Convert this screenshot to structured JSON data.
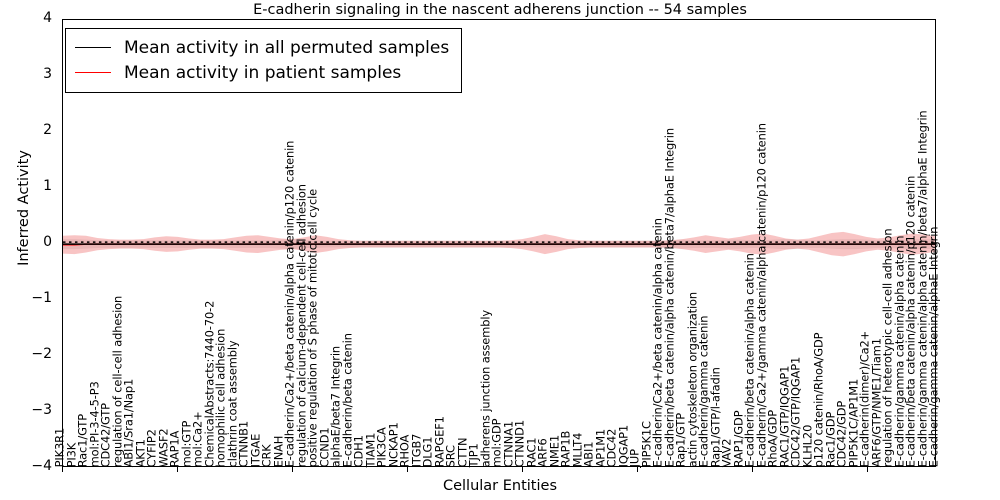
{
  "chart_data": {
    "type": "line",
    "title": "E-cadherin signaling in the nascent adherens junction -- 54 samples",
    "xlabel": "Cellular Entities",
    "ylabel": "Inferred Activity",
    "ylim": [
      -4,
      4
    ],
    "yticks": [
      -4,
      -3,
      -2,
      -1,
      0,
      1,
      2,
      3,
      4
    ],
    "grid": false,
    "legend_position": "upper left",
    "legend": [
      {
        "label": "Mean activity in all permuted samples",
        "color": "#000000"
      },
      {
        "label": "Mean activity in patient samples",
        "color": "#ff0000"
      }
    ],
    "series": [
      {
        "name": "Mean activity in all permuted samples",
        "color": "#000000",
        "style": "dotted",
        "band_color": "#cccccc",
        "values": [
          -0.02,
          -0.02,
          -0.02,
          -0.02,
          -0.02,
          -0.02,
          -0.02,
          -0.02,
          -0.02,
          -0.02,
          -0.02,
          -0.02,
          -0.02,
          -0.02,
          -0.02,
          -0.02,
          -0.02,
          -0.02,
          -0.02,
          -0.02,
          -0.02,
          -0.02,
          -0.02,
          -0.02,
          -0.02,
          -0.02,
          -0.02,
          -0.02,
          -0.02,
          -0.02,
          -0.02,
          -0.02,
          -0.02,
          -0.02,
          -0.02,
          -0.02,
          -0.02,
          -0.02,
          -0.02,
          -0.02,
          -0.02,
          -0.02,
          -0.02,
          -0.02,
          -0.02,
          -0.02,
          -0.02,
          -0.02,
          -0.02,
          -0.02,
          -0.02,
          -0.02,
          -0.02,
          -0.02,
          -0.02,
          -0.02,
          -0.02,
          -0.02,
          -0.02,
          -0.02,
          -0.02,
          -0.02,
          -0.02,
          -0.02,
          -0.02,
          -0.02,
          -0.02,
          -0.02,
          -0.02,
          -0.02,
          -0.02,
          -0.02,
          -0.02,
          -0.02,
          -0.02,
          -0.02,
          -0.02,
          -0.02,
          -0.02,
          -0.02
        ],
        "band": [
          0.09,
          0.09,
          0.08,
          0.07,
          0.07,
          0.07,
          0.07,
          0.07,
          0.07,
          0.07,
          0.07,
          0.07,
          0.07,
          0.07,
          0.07,
          0.07,
          0.07,
          0.07,
          0.07,
          0.08,
          0.09,
          0.07,
          0.07,
          0.06,
          0.06,
          0.06,
          0.06,
          0.06,
          0.06,
          0.06,
          0.06,
          0.06,
          0.06,
          0.06,
          0.06,
          0.06,
          0.06,
          0.06,
          0.06,
          0.06,
          0.06,
          0.06,
          0.06,
          0.06,
          0.06,
          0.06,
          0.06,
          0.06,
          0.06,
          0.06,
          0.06,
          0.06,
          0.06,
          0.07,
          0.08,
          0.07,
          0.07,
          0.07,
          0.08,
          0.08,
          0.07,
          0.07,
          0.08,
          0.09,
          0.08,
          0.07,
          0.07,
          0.08,
          0.09,
          0.09,
          0.08,
          0.07,
          0.07,
          0.08,
          0.09,
          0.09,
          0.09,
          0.09,
          0.09,
          0.09
        ]
      },
      {
        "name": "Mean activity in patient samples",
        "color": "#ff0000",
        "style": "solid",
        "band_color": "#f4a0a0",
        "values": [
          -0.03,
          -0.03,
          -0.02,
          -0.02,
          -0.02,
          -0.02,
          -0.02,
          -0.02,
          -0.02,
          -0.02,
          -0.02,
          -0.02,
          -0.02,
          -0.02,
          -0.02,
          -0.02,
          -0.02,
          -0.02,
          -0.02,
          -0.02,
          -0.02,
          -0.02,
          -0.02,
          -0.02,
          -0.02,
          -0.02,
          -0.02,
          -0.02,
          -0.02,
          -0.02,
          -0.02,
          -0.02,
          -0.02,
          -0.02,
          -0.02,
          -0.02,
          -0.02,
          -0.02,
          -0.02,
          -0.02,
          -0.02,
          -0.02,
          -0.02,
          -0.02,
          -0.02,
          -0.02,
          -0.02,
          -0.02,
          -0.02,
          -0.02,
          -0.02,
          -0.02,
          -0.02,
          -0.02,
          -0.02,
          -0.02,
          -0.02,
          -0.02,
          -0.02,
          -0.02,
          -0.02,
          -0.02,
          -0.02,
          -0.02,
          -0.02,
          -0.02,
          -0.02,
          -0.02,
          -0.02,
          -0.02,
          -0.02,
          -0.02,
          -0.02,
          -0.02,
          -0.02,
          -0.02,
          -0.02,
          -0.02,
          -0.02,
          -0.02
        ],
        "band": [
          0.16,
          0.17,
          0.15,
          0.11,
          0.09,
          0.08,
          0.08,
          0.09,
          0.12,
          0.14,
          0.13,
          0.1,
          0.08,
          0.08,
          0.09,
          0.12,
          0.15,
          0.16,
          0.13,
          0.1,
          0.09,
          0.12,
          0.16,
          0.13,
          0.09,
          0.07,
          0.06,
          0.06,
          0.06,
          0.06,
          0.06,
          0.06,
          0.06,
          0.06,
          0.06,
          0.06,
          0.06,
          0.06,
          0.06,
          0.07,
          0.09,
          0.13,
          0.18,
          0.14,
          0.09,
          0.07,
          0.06,
          0.06,
          0.06,
          0.06,
          0.06,
          0.06,
          0.06,
          0.07,
          0.09,
          0.12,
          0.16,
          0.13,
          0.1,
          0.13,
          0.17,
          0.19,
          0.15,
          0.1,
          0.08,
          0.1,
          0.15,
          0.2,
          0.22,
          0.18,
          0.13,
          0.1,
          0.12,
          0.16,
          0.19,
          0.17,
          0.14,
          0.16,
          0.19,
          0.17
        ]
      }
    ],
    "categories": [
      "PIK3R1",
      "PI3K",
      "Rac1/GTP",
      "mol:PI-3-4-5-P3",
      "CDC42/GTP",
      "regulation of cell-cell adhesion",
      "ABI1/Sra1/Nap1",
      "AKT1",
      "CYFIP2",
      "WASF2",
      "RAP1A",
      "mol:GTP",
      "mol:Ca2+",
      "ChemicalAbstracts:7440-70-2",
      "homophilic cell adhesion",
      "clathrin coat assembly",
      "CTNNB1",
      "ITGAE",
      "CRK",
      "ENAH",
      "E-cadherin/Ca2+/beta catenin/alpha catenin/p120 catenin",
      "regulation of calcium-dependent cell-cell adhesion",
      "positive regulation of S phase of mitotic cell cycle",
      "CCND1",
      "alphaE/beta7 Integrin",
      "E-cadherin/beta catenin",
      "CDH1",
      "TIAM1",
      "PIK3CA",
      "NCKAP1",
      "RHOA",
      "ITGB7",
      "DLG1",
      "RAPGEF1",
      "SRC",
      "CTTN",
      "TJP1",
      "adherens junction assembly",
      "mol:GDP",
      "CTNNA1",
      "CTNND1",
      "RAC1",
      "ARF6",
      "NME1",
      "RAP1B",
      "MLLT4",
      "ABI1",
      "AP1M1",
      "CDC42",
      "IQGAP1",
      "JUP",
      "PIP5K1C",
      "E-cadherin/Ca2+/beta catenin/alpha catenin",
      "E-cadherin/beta catenin/alpha catenin/beta7/alphaE Integrin",
      "Rap1/GTP",
      "actin cytoskeleton organization",
      "E-cadherin/gamma catenin",
      "Rap1/GTP/l-afadin",
      "VAV2",
      "RAP1/GDP",
      "E-cadherin/beta catenin/alpha catenin",
      "E-cadherin/Ca2+/gamma catenin/alpha catenin/p120 catenin",
      "RhoA/GDP",
      "RAC1/GTP/IQGAP1",
      "CDC42/GTP/IQGAP1",
      "KLHL20",
      "p120 catenin/RhoA/GDP",
      "Rac1/GDP",
      "CDC42/GDP",
      "PIP5K1C/AP1M1",
      "E-cadherin(dimer)/Ca2+",
      "ARF6/GTP/NME1/Tiam1",
      "regulation of heterotypic cell-cell adhesion",
      "E-cadherin/gamma catenin/alpha catenin",
      "E-cadherin/beta catenin/alpha catenin/p120 catenin",
      "E-cadherin/gamma catenin/alpha catenin/beta7/alphaE Integrin",
      "E-cadherin/gamma catenin/alphaE Integrin"
    ]
  }
}
